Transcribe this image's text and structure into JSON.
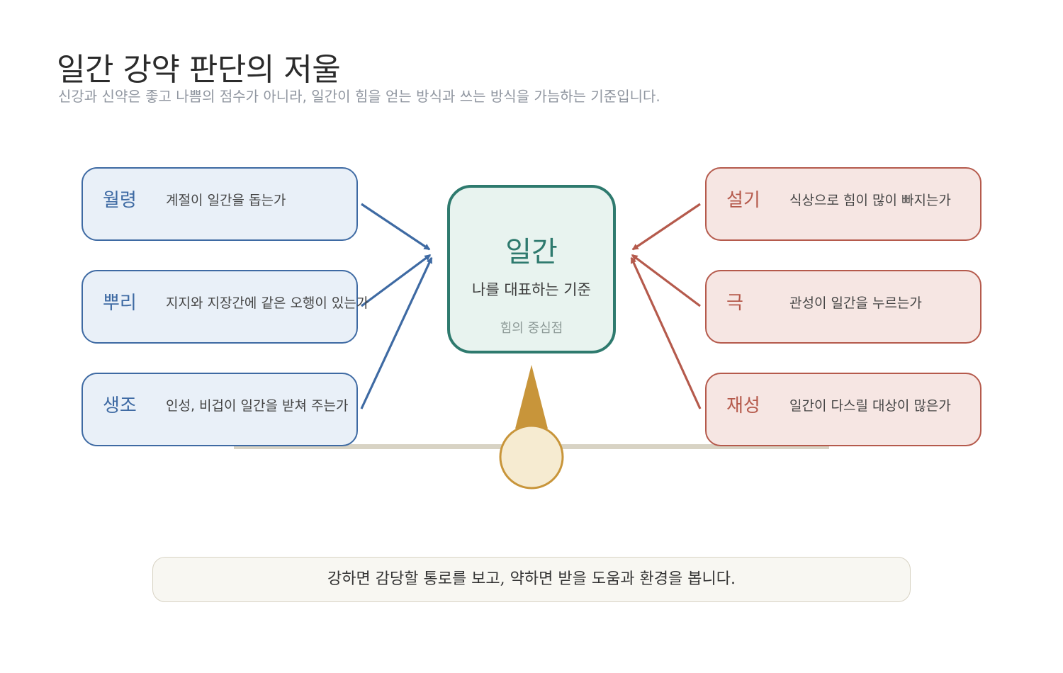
{
  "title": "일간 강약 판단의 저울",
  "subtitle": "신강과 신약은 좋고 나쁨의 점수가 아니라, 일간이 힘을 얻는 방식과 쓰는 방식을 가늠하는 기준입니다.",
  "center": {
    "title": "일간",
    "subtitle": "나를 대표하는 기준",
    "note": "힘의 중심점"
  },
  "left_factors": [
    {
      "name": "월령",
      "desc": "계절이 일간을 돕는가"
    },
    {
      "name": "뿌리",
      "desc": "지지와 지장간에 같은 오행이 있는가"
    },
    {
      "name": "생조",
      "desc": "인성, 비겁이 일간을 받쳐 주는가"
    }
  ],
  "right_factors": [
    {
      "name": "설기",
      "desc": "식상으로 힘이 많이 빠지는가"
    },
    {
      "name": "극",
      "desc": "관성이 일간을 누르는가"
    },
    {
      "name": "재성",
      "desc": "일간이 다스릴 대상이 많은가"
    }
  ],
  "footer": "강하면 감당할 통로를 보고, 약하면 받을 도움과 환경을 봅니다.",
  "colors": {
    "support": "#3e6aa3",
    "drain": "#b55a4c",
    "center": "#2e7a6e",
    "fulcrum": "#c8953a",
    "beam": "#d8d3c4"
  }
}
